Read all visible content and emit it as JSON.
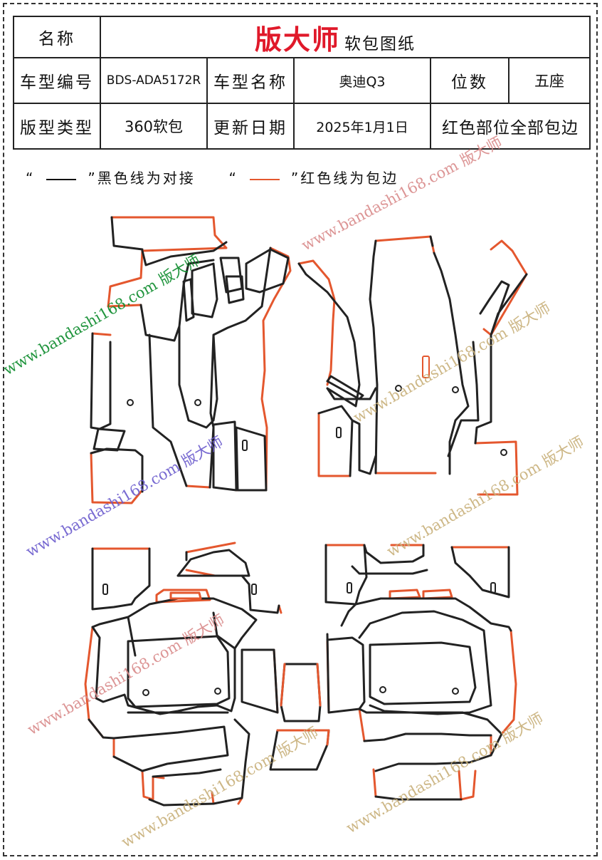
{
  "header": {
    "name_label": "名称",
    "brand": "版大师",
    "doc_title": "软包图纸",
    "model_code_label": "车型编号",
    "model_code": "BDS-ADA5172R",
    "model_name_label": "车型名称",
    "model_name": "奥迪Q3",
    "seats_label": "位数",
    "seats": "五座",
    "pattern_type_label": "版型类型",
    "pattern_type": "360软包",
    "update_label": "更新日期",
    "update_date": "2025年1月1日",
    "note": "红色部位全部包边"
  },
  "legend": {
    "black": {
      "open_quote": "“",
      "close_quote": "”",
      "text": "黑色线为对接",
      "color": "#111111"
    },
    "red": {
      "open_quote": "“",
      "close_quote": "”",
      "text": "红色线为包边",
      "color": "#e4572e"
    }
  },
  "watermark": {
    "url": "www.bandashi168.com",
    "brand": "版大师",
    "colors": [
      "#0a8a2a",
      "#6a5acd",
      "#c8b07a",
      "#d98a8a"
    ]
  },
  "colors": {
    "brand": "#e0192a",
    "edge": "#e4572e",
    "seam": "#222222"
  }
}
